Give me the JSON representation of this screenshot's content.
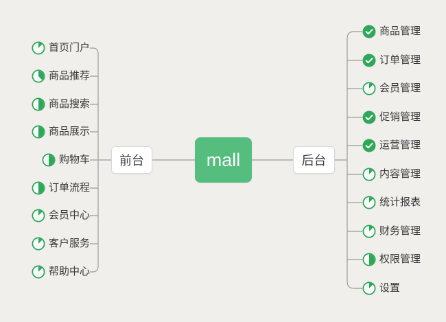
{
  "canvas": {
    "background_color": "#f0efec",
    "connector_color": "#9b9b9b"
  },
  "root": {
    "label": "mall",
    "bg_color": "#55bd7d",
    "text_color": "#ffffff"
  },
  "branches": {
    "left": {
      "label": "前台",
      "items": [
        {
          "label": "首页门户",
          "icon": "pie-progress-icon",
          "progress": 0.125
        },
        {
          "label": "商品推荐",
          "icon": "pie-progress-icon",
          "progress": 0.375
        },
        {
          "label": "商品搜索",
          "icon": "pie-progress-icon",
          "progress": 0.5
        },
        {
          "label": "商品展示",
          "icon": "pie-progress-icon",
          "progress": 0.5
        },
        {
          "label": "购物车",
          "icon": "pie-progress-icon",
          "progress": 0.5
        },
        {
          "label": "订单流程",
          "icon": "pie-progress-icon",
          "progress": 0.5
        },
        {
          "label": "会员中心",
          "icon": "pie-progress-icon",
          "progress": 0.125
        },
        {
          "label": "客户服务",
          "icon": "pie-progress-icon",
          "progress": 0.125
        },
        {
          "label": "帮助中心",
          "icon": "pie-progress-icon",
          "progress": 0.125
        }
      ]
    },
    "right": {
      "label": "后台",
      "items": [
        {
          "label": "商品管理",
          "icon": "check-circle-icon",
          "progress": "done"
        },
        {
          "label": "订单管理",
          "icon": "check-circle-icon",
          "progress": "done"
        },
        {
          "label": "会员管理",
          "icon": "pie-progress-icon",
          "progress": 0.125
        },
        {
          "label": "促销管理",
          "icon": "check-circle-icon",
          "progress": "done"
        },
        {
          "label": "运营管理",
          "icon": "check-circle-icon",
          "progress": "done"
        },
        {
          "label": "内容管理",
          "icon": "pie-progress-icon",
          "progress": 0.125
        },
        {
          "label": "统计报表",
          "icon": "pie-progress-icon",
          "progress": 0.125
        },
        {
          "label": "财务管理",
          "icon": "pie-progress-icon",
          "progress": 0.125
        },
        {
          "label": "权限管理",
          "icon": "pie-progress-icon",
          "progress": 0.5
        },
        {
          "label": "设置",
          "icon": "pie-progress-icon",
          "progress": 0.125
        }
      ]
    }
  },
  "icon_colors": {
    "progress_green": "#2ca858",
    "check_mark": "#ffffff"
  }
}
